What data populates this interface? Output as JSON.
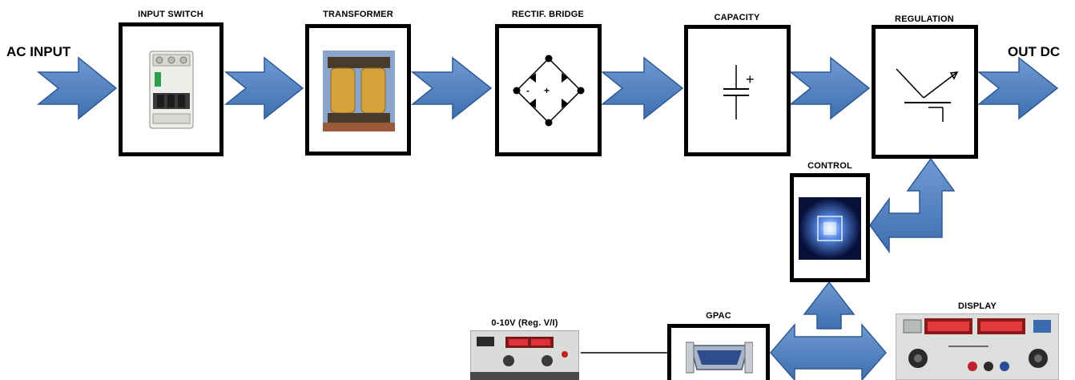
{
  "diagram": {
    "input_label": "AC INPUT",
    "output_label": "OUT DC",
    "blocks": {
      "input_switch": "INPUT SWITCH",
      "transformer": "TRANSFORMER",
      "rectifier": "RECTIF. BRIDGE",
      "capacity": "CAPACITY",
      "regulation": "REGULATION",
      "control": "CONTROL",
      "gpac": "GPAC",
      "display": "DISPLAY",
      "reference": "0-10V  (Reg. V/I)"
    },
    "symbols": {
      "rectifier_minus": "-",
      "rectifier_plus": "+",
      "capacitor_plus": "+"
    }
  },
  "colors": {
    "arrow_fill": "#4f7fc0",
    "arrow_stroke": "#2f5a94",
    "box_border": "#000000"
  },
  "icons": {
    "input_switch": "circuit-breaker-photo",
    "transformer": "transformer-photo",
    "rectifier": "diode-bridge-symbol",
    "capacity": "capacitor-symbol",
    "regulation": "transistor-symbol",
    "control": "glowing-chip-photo",
    "gpac": "db25-connector-photo",
    "display": "instrument-panel-photo",
    "reference": "power-supply-photo"
  }
}
